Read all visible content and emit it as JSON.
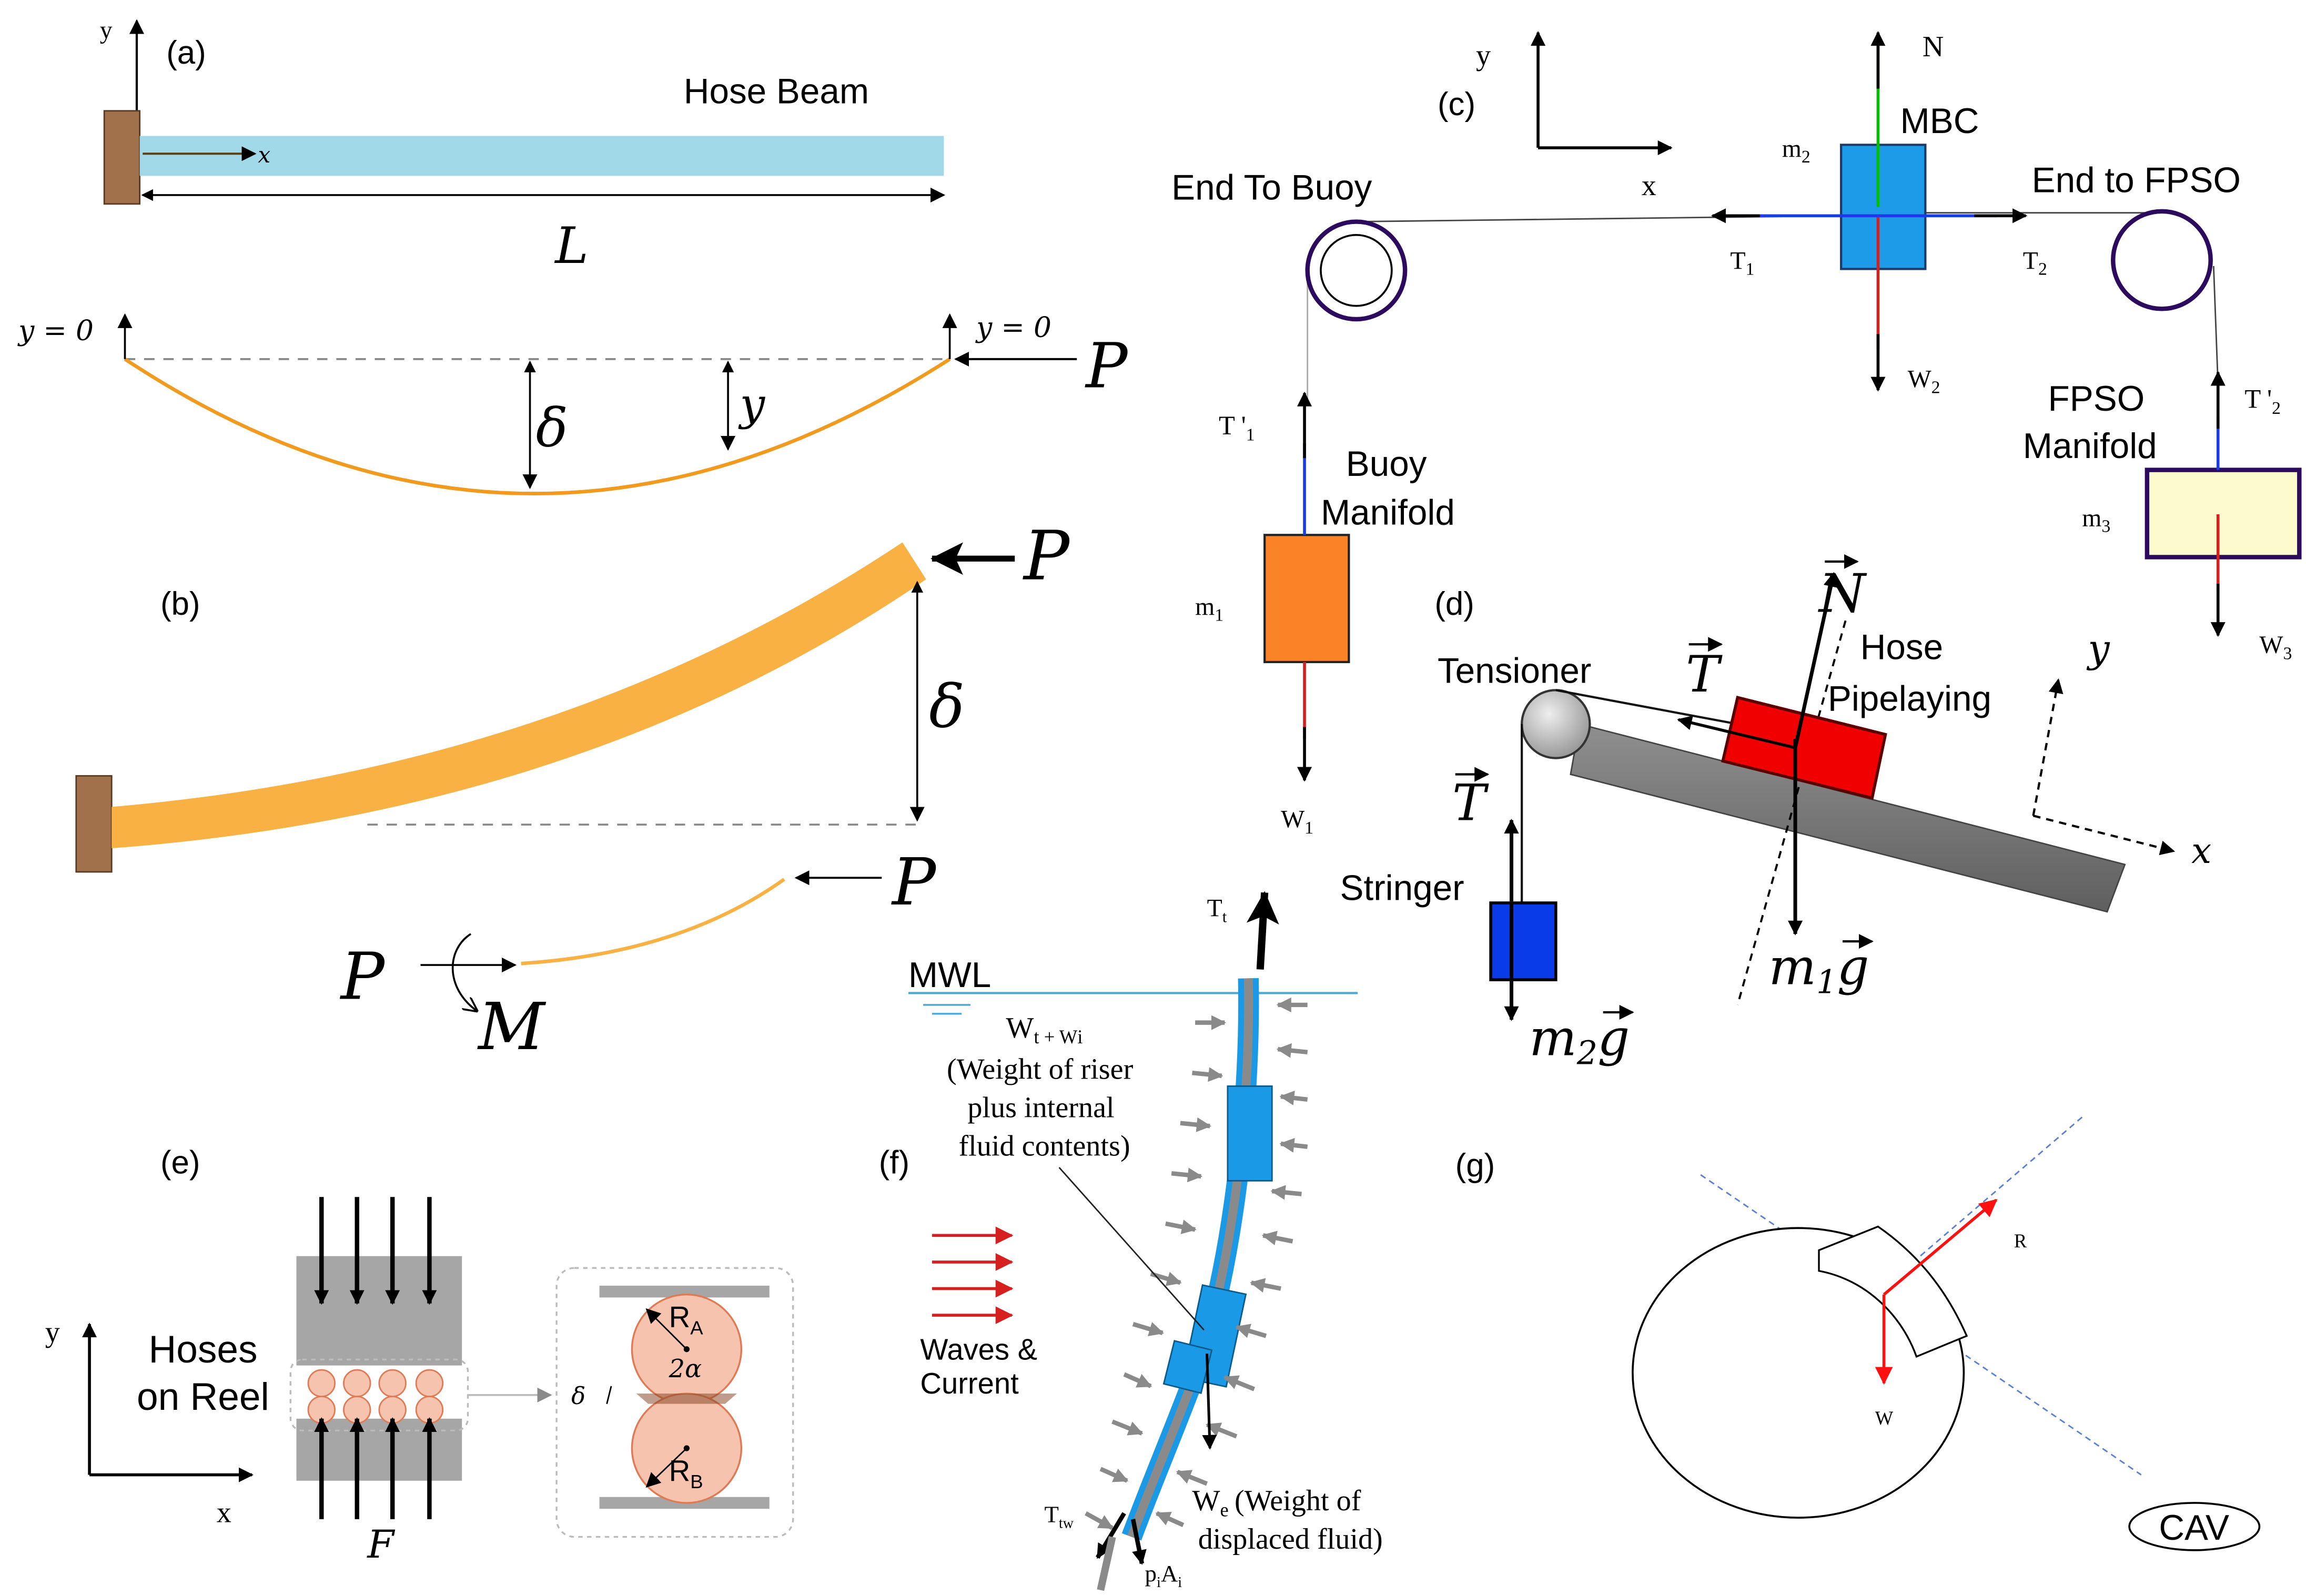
{
  "colors": {
    "hose_blue": "#a2d9e8",
    "hose_orange": "#f9b144",
    "wall_brown": "#a0714a",
    "mbc_blue": "#1e9be8",
    "m1_orange": "#fa8227",
    "m3_yellow": "#fdfbcd",
    "pipelay_red": "#f00000",
    "stringer_blue": "#0a3be8",
    "riser_blue": "#1a9ae6",
    "arrow_red": "#d62020",
    "vec_red": "#ff1010",
    "reel_pink": "#f6c3ae",
    "reel_gray": "#a6a6a6"
  },
  "panel_a": {
    "label": "(a)",
    "axis_y": "y",
    "axis_x": "x",
    "beam_label": "Hose Beam",
    "length_label": "L"
  },
  "deflected": {
    "y0_left": "y = 0",
    "y0_right": "y = 0",
    "delta": "δ",
    "y": "y",
    "P": "P"
  },
  "panel_b": {
    "label": "(b)",
    "P_top": "P",
    "delta": "δ",
    "P_free": "P",
    "P_left": "P",
    "M": "M"
  },
  "panel_c": {
    "label": "(c)",
    "axis_y": "y",
    "axis_x": "x",
    "N": "N",
    "MBC": "MBC",
    "m2": "m",
    "m2_sub": "2",
    "end_to_buoy": "End To Buoy",
    "end_to_fpso": "End to FPSO",
    "T1": "T",
    "T1_sub": "1",
    "T2": "T",
    "T2_sub": "2",
    "W2": "W",
    "W2_sub": "2",
    "T1p": "T '",
    "T1p_sub": "1",
    "T2p": "T '",
    "T2p_sub": "2",
    "buoy_manifold_1": "Buoy",
    "buoy_manifold_2": "Manifold",
    "fpso_manifold_1": "FPSO",
    "fpso_manifold_2": "Manifold",
    "m1": "m",
    "m1_sub": "1",
    "m3": "m",
    "m3_sub": "3",
    "W1": "W",
    "W1_sub": "1",
    "W3": "W",
    "W3_sub": "3"
  },
  "panel_d": {
    "label": "(d)",
    "N": "N",
    "T_top": "T",
    "T_left": "T",
    "tensioner": "Tensioner",
    "hose_pipelaying_1": "Hose",
    "hose_pipelaying_2": "Pipelaying",
    "stringer": "Stringer",
    "m1g": "m",
    "m1g_sub": "1",
    "m1g_g": "g",
    "m2g": "m",
    "m2g_sub": "2",
    "m2g_g": "g",
    "axis_x": "x",
    "axis_y": "y"
  },
  "panel_e": {
    "label": "(e)",
    "axis_y": "y",
    "axis_x": "x",
    "hoses_1": "Hoses",
    "hoses_2": "on Reel",
    "F": "F",
    "RA": "R",
    "RA_sub": "A",
    "RB": "R",
    "RB_sub": "B",
    "two_alpha": "2α",
    "delta": "δ"
  },
  "panel_f": {
    "label": "(f)",
    "Tt": "T",
    "Tt_sub": "t",
    "MWL": "MWL",
    "weight_1": "W",
    "weight_1_subs": "t + W",
    "weight_1_sub2": "i",
    "weight_2": "(Weight of riser",
    "weight_3": "plus internal",
    "weight_4": "fluid contents)",
    "waves_1": "Waves &",
    "waves_2": "Current",
    "We": "W",
    "We_sub": "e",
    "We_text_1": "(Weight of",
    "We_text_2": "displaced  fluid)",
    "Ttw": "T",
    "Ttw_sub": "tw",
    "piAi": "p",
    "piAi_sub1": "i",
    "piAi_mid": "A",
    "piAi_sub2": "i"
  },
  "panel_g": {
    "label": "(g)",
    "R": "R",
    "W": "W",
    "CAV": "CAV"
  }
}
